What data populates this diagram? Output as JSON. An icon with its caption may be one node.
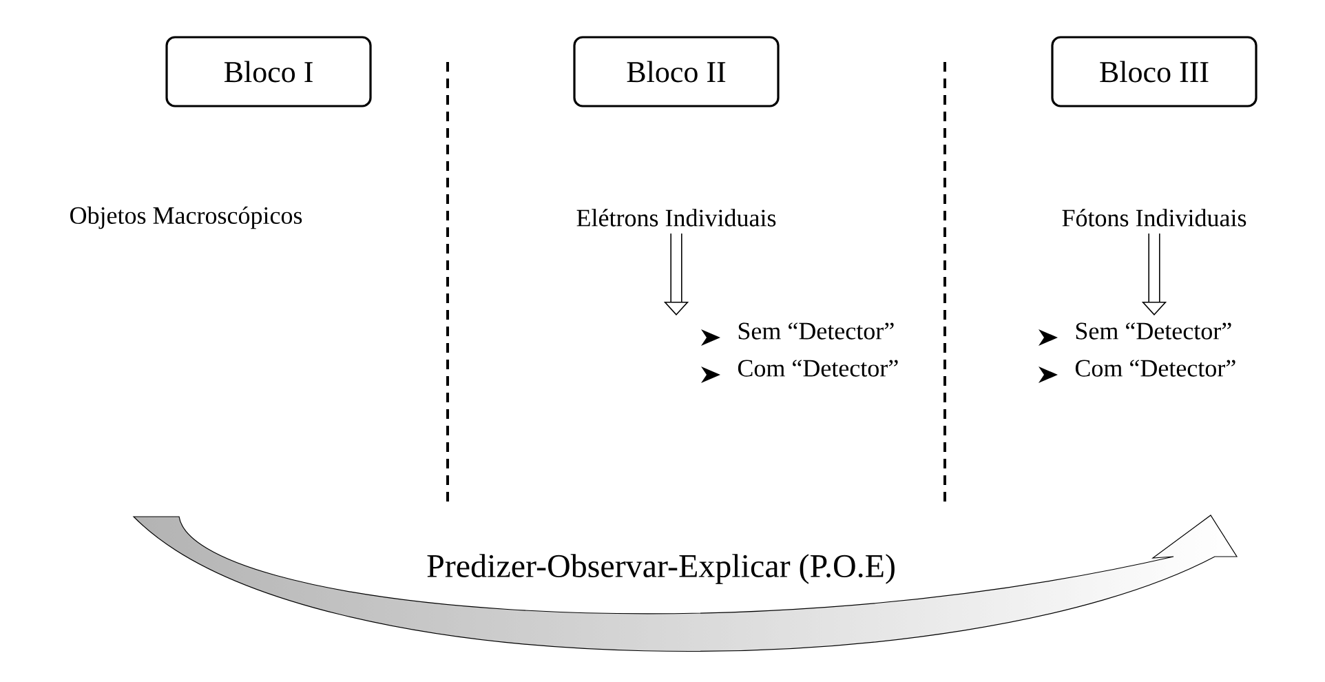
{
  "diagram": {
    "nodes": [
      {
        "text": [
          "Bloco I"
        ]
      },
      {
        "text": [
          "Bloco II"
        ]
      },
      {
        "text": [
          "Bloco III"
        ]
      },
      {
        "text": [
          "Objetos Macroscópicos"
        ]
      },
      {
        "text": [
          "Elétrons Individuais"
        ]
      },
      {
        "text": [
          "Sem “Detector”",
          "Com “Detector”"
        ]
      },
      {
        "text": [
          "Fótons Individuais"
        ]
      },
      {
        "text": [
          "Sem “Detector”",
          "Com “Detector”"
        ]
      }
    ],
    "edges": [
      {
        "from": 4,
        "to": 5,
        "arrow": "to"
      },
      {
        "from": 6,
        "to": 7,
        "arrow": "to"
      }
    ],
    "labels": [
      "Predizer-Observar-Explicar (P.O.E)"
    ]
  }
}
